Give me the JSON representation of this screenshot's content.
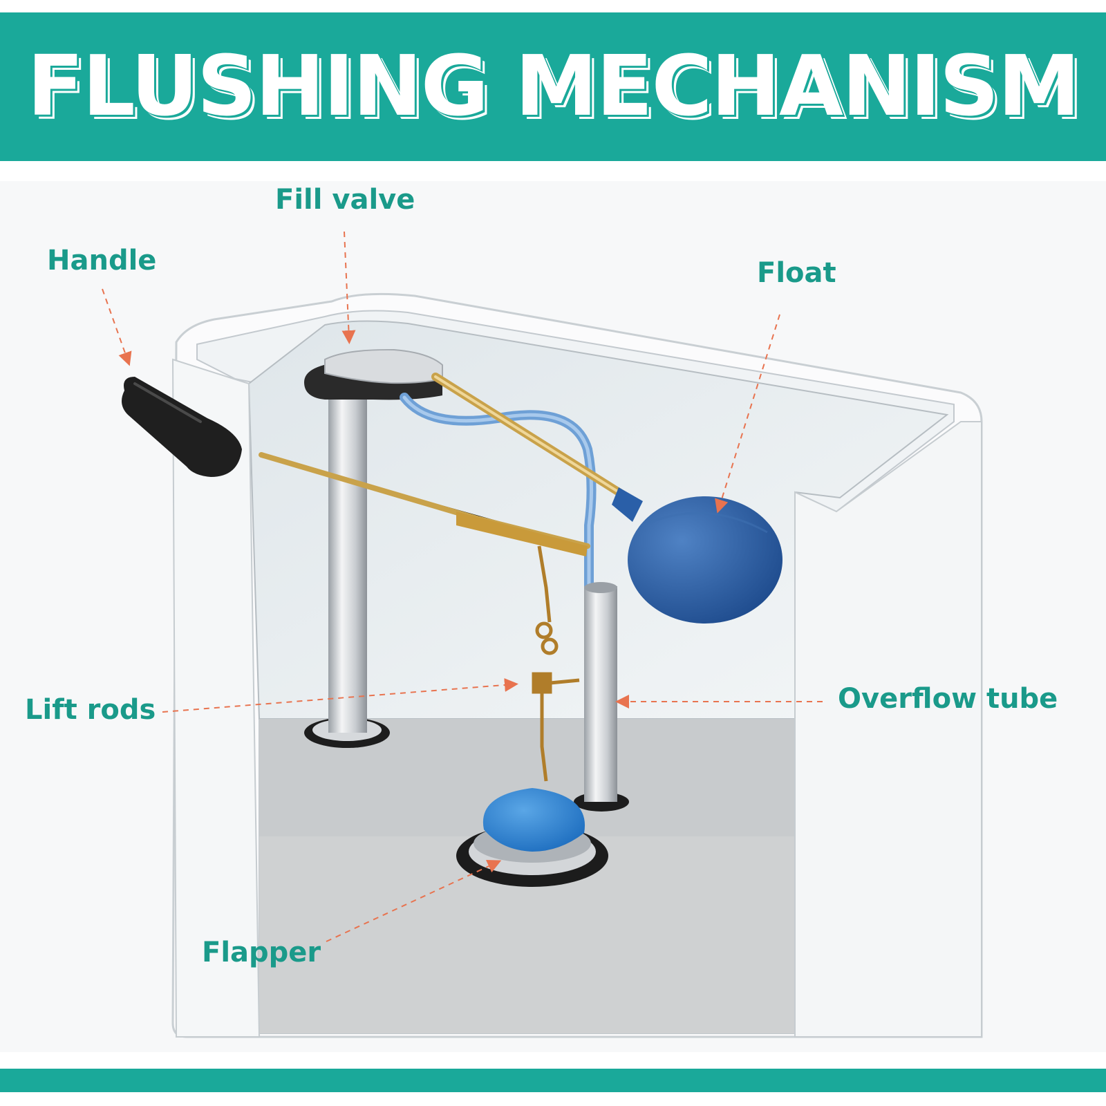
{
  "title": "FLUSHING MECHANISM",
  "labels": {
    "fill_valve": "Fill valve",
    "handle": "Handle",
    "float": "Float",
    "lift_rods": "Lift rods",
    "overflow_tube": "Overflow tube",
    "flapper": "Flapper"
  },
  "colors": {
    "accent": "#1aa99a",
    "label_text": "#1a9a8a",
    "leader_arrow": "#e8734f",
    "float_blue": "#2a5fa8",
    "flapper_blue": "#2f7fcf",
    "brass": "#c9a24a"
  }
}
